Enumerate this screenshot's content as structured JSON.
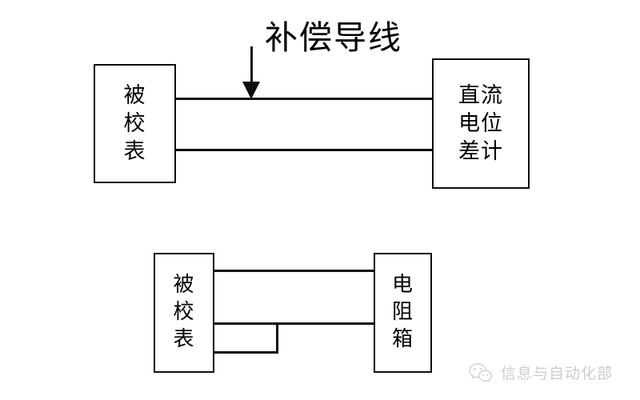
{
  "diagram": {
    "title_label": "补偿导线",
    "circuits": [
      {
        "name": "thermocouple-calibration",
        "left_box_label": "被\n校\n表",
        "right_box_label": "直流\n电位\n差计",
        "annotation_label": "补偿导线"
      },
      {
        "name": "resistance-calibration",
        "left_box_label": "被\n校\n表",
        "right_box_label": "电\n阻\n箱"
      }
    ]
  },
  "watermark": {
    "text": "信息与自动化部",
    "icon": "wechat-icon"
  },
  "colors": {
    "background": "#ffffff",
    "line": "#0d0d0d",
    "text": "#000000",
    "watermark_text": "#8a8a8a"
  }
}
